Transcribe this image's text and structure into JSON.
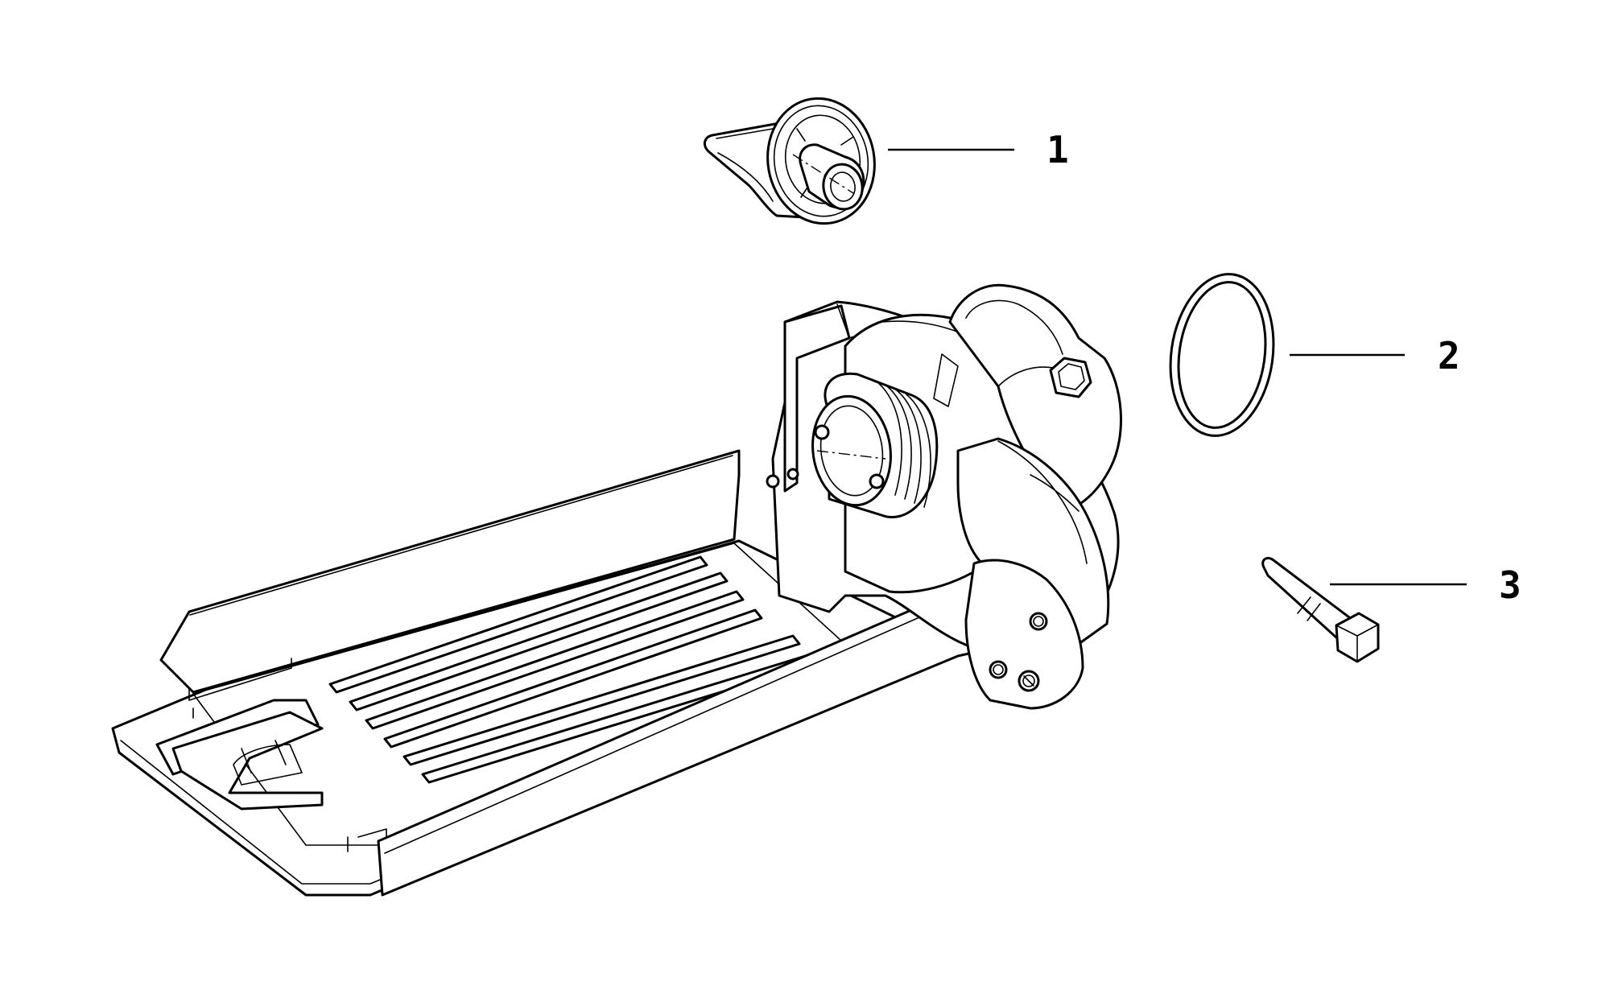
{
  "diagram": {
    "parts": [
      {
        "number": "1",
        "icon": "drive-adapter-icon"
      },
      {
        "number": "2",
        "icon": "o-ring-icon"
      },
      {
        "number": "3",
        "icon": "hex-bolt-icon"
      }
    ],
    "main_assembly_icon": "tool-base-housing-icon"
  }
}
